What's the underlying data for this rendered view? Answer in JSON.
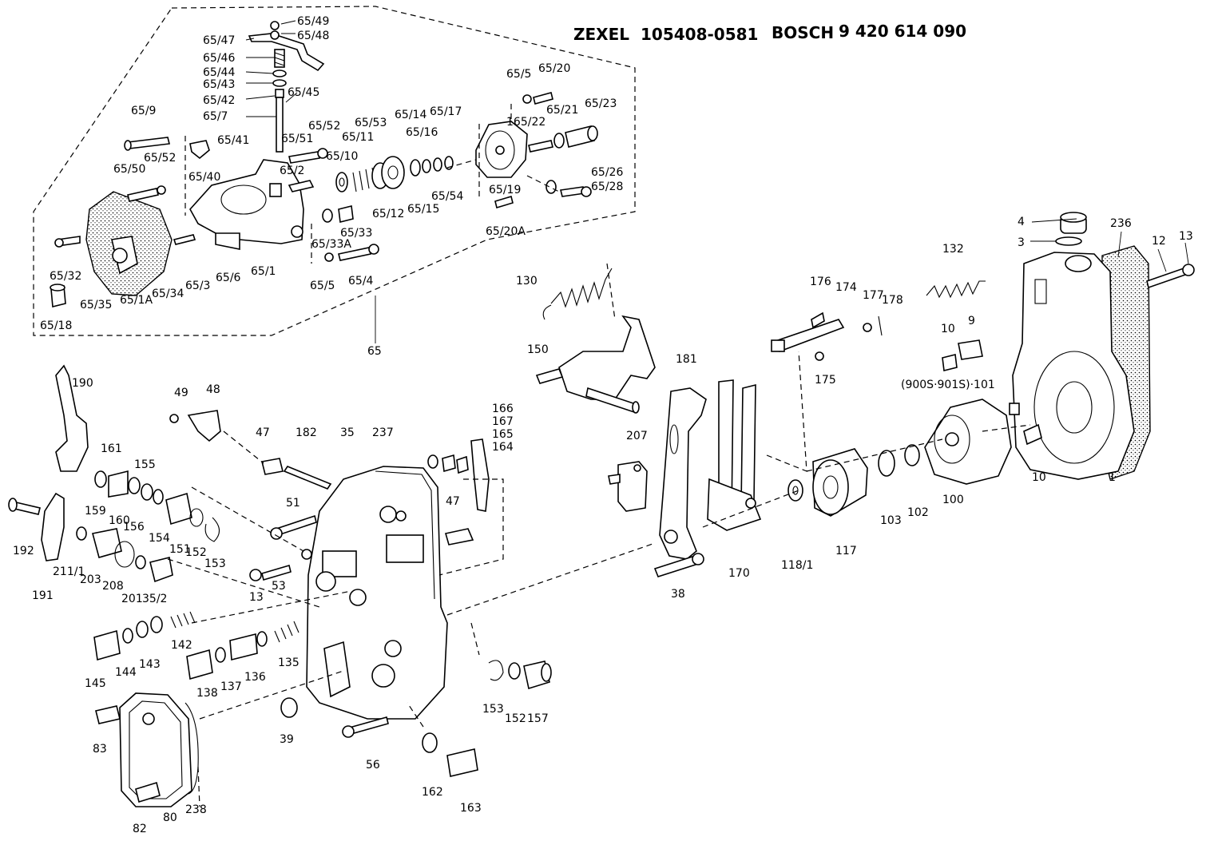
{
  "header": {
    "maker1": "ZEXEL",
    "number1": "105408-0581",
    "maker2": "BOSCH",
    "number2": "9 420 614 090"
  },
  "labels": {
    "l65_49": "65/49",
    "l65_48": "65/48",
    "l65_47": "65/47",
    "l65_46": "65/46",
    "l65_44": "65/44",
    "l65_43": "65/43",
    "l65_42": "65/42",
    "l65_45": "65/45",
    "l65_7": "65/7",
    "l65_9": "65/9",
    "l65_41": "65/41",
    "l65_40": "65/40",
    "l65_51": "65/51",
    "l65_52a": "65/52",
    "l65_53": "65/53",
    "l65_11": "65/11",
    "l65_14": "65/14",
    "l65_16": "65/16",
    "l65_17": "65/17",
    "l65_10": "65/10",
    "l65_2": "65/2",
    "l65_50": "65/50",
    "l65_52b": "65/52",
    "l65_12": "65/12",
    "l65_15": "65/15",
    "l65_54": "65/54",
    "l65_5a": "65/5",
    "l65_20": "65/20",
    "l65_21": "65/21",
    "l65_23": "65/23",
    "l65_22": "165/22",
    "l65_19": "65/19",
    "l65_26": "65/26",
    "l65_28": "65/28",
    "l65_20A": "65/20A",
    "l65_33": "65/33",
    "l65_33A": "65/33A",
    "l65_32": "65/32",
    "l65_35": "65/35",
    "l65_1A": "65/1A",
    "l65_34": "65/34",
    "l65_3": "65/3",
    "l65_6": "65/6",
    "l65_1": "65/1",
    "l65_5b": "65/5",
    "l65_4": "65/4",
    "l65_18": "65/18",
    "l65": "65",
    "l4": "4",
    "l3": "3",
    "l236": "236",
    "l12": "12",
    "l13a": "13",
    "l132": "132",
    "l130": "130",
    "l176": "176",
    "l174": "174",
    "l177": "177",
    "l178": "178",
    "l150": "150",
    "l175": "175",
    "l10a": "10",
    "l9": "9",
    "l900": "(900S·901S)·101",
    "l181": "181",
    "l207": "207",
    "l100": "100",
    "l102": "102",
    "l103": "103",
    "l117": "117",
    "l118": "118/1",
    "l170": "170",
    "l38": "38",
    "l10b": "10",
    "l1": "1",
    "l190": "190",
    "l49": "49",
    "l48": "48",
    "l47a": "47",
    "l182": "182",
    "l35": "35",
    "l237": "237",
    "l166": "166",
    "l167": "167",
    "l165": "165",
    "l164": "164",
    "l161": "161",
    "l155": "155",
    "l159": "159",
    "l160": "160",
    "l156": "156",
    "l154": "154",
    "l151": "151",
    "l152a": "152",
    "l153a": "153",
    "l51": "51",
    "l47b": "47",
    "l192": "192",
    "l211": "211/1",
    "l203": "203",
    "l208": "208",
    "l201": "201",
    "l35_2": "35/2",
    "l191": "191",
    "l13b": "13",
    "l53": "53",
    "l145": "145",
    "l144": "144",
    "l143": "143",
    "l142": "142",
    "l138": "138",
    "l137": "137",
    "l136": "136",
    "l135": "135",
    "l153b": "153",
    "l152b": "152",
    "l157": "157",
    "l83": "83",
    "l39": "39",
    "l56": "56",
    "l162": "162",
    "l163": "163",
    "l82": "82",
    "l80": "80",
    "l238": "238"
  }
}
